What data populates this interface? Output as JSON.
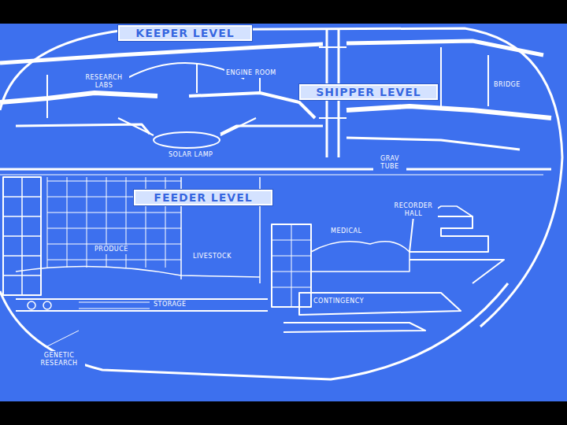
{
  "diagram": {
    "nodes": [
      {
        "text": [
          "KEEPER LEVEL"
        ]
      },
      {
        "text": [
          "SHIPPER LEVEL"
        ]
      },
      {
        "text": [
          "FEEDER LEVEL"
        ]
      }
    ],
    "labels": [
      "RESEARCH LABS",
      "ENGINE ROOM",
      "BRIDGE",
      "SOLAR LAMP",
      "GRAV TUBE",
      "RECORDER HALL",
      "MEDICAL",
      "PRODUCE",
      "LIVESTOCK",
      "STORAGE",
      "CONTINGENCY",
      "GENETIC RESEARCH"
    ]
  }
}
